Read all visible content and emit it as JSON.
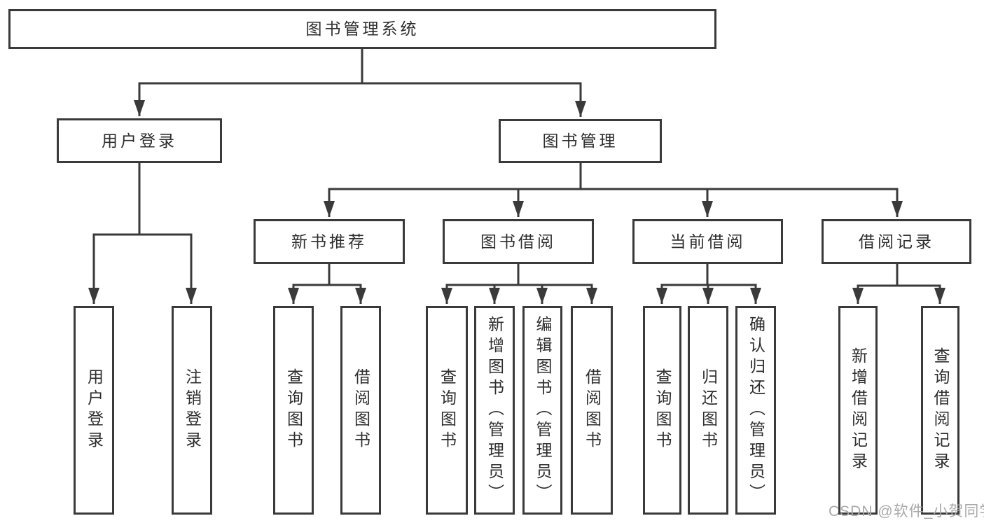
{
  "colors": {
    "line": "#3a3a3a",
    "box_border": "#3a3a3a",
    "text": "#2e2e2e",
    "watermark": "#a9a9a9",
    "background": "#ffffff"
  },
  "watermark": {
    "text": "CSDN @软件_小贺同学"
  },
  "tree": {
    "root": {
      "label": "图书管理系统"
    },
    "branches": [
      {
        "label": "用户登录",
        "children": [
          {
            "label": "用户登录"
          },
          {
            "label": "注销登录"
          }
        ]
      },
      {
        "label": "图书管理",
        "groups": [
          {
            "label": "新书推荐",
            "children": [
              {
                "label": "查询图书"
              },
              {
                "label": "借阅图书"
              }
            ]
          },
          {
            "label": "图书借阅",
            "children": [
              {
                "label": "查询图书"
              },
              {
                "label": "新增图书（管理员）"
              },
              {
                "label": "编辑图书（管理员）"
              },
              {
                "label": "借阅图书"
              }
            ]
          },
          {
            "label": "当前借阅",
            "children": [
              {
                "label": "查询图书"
              },
              {
                "label": "归还图书"
              },
              {
                "label": "确认归还（管理员）"
              }
            ]
          },
          {
            "label": "借阅记录",
            "children": [
              {
                "label": "新增借阅记录"
              },
              {
                "label": "查询借阅记录"
              }
            ]
          }
        ]
      }
    ]
  }
}
